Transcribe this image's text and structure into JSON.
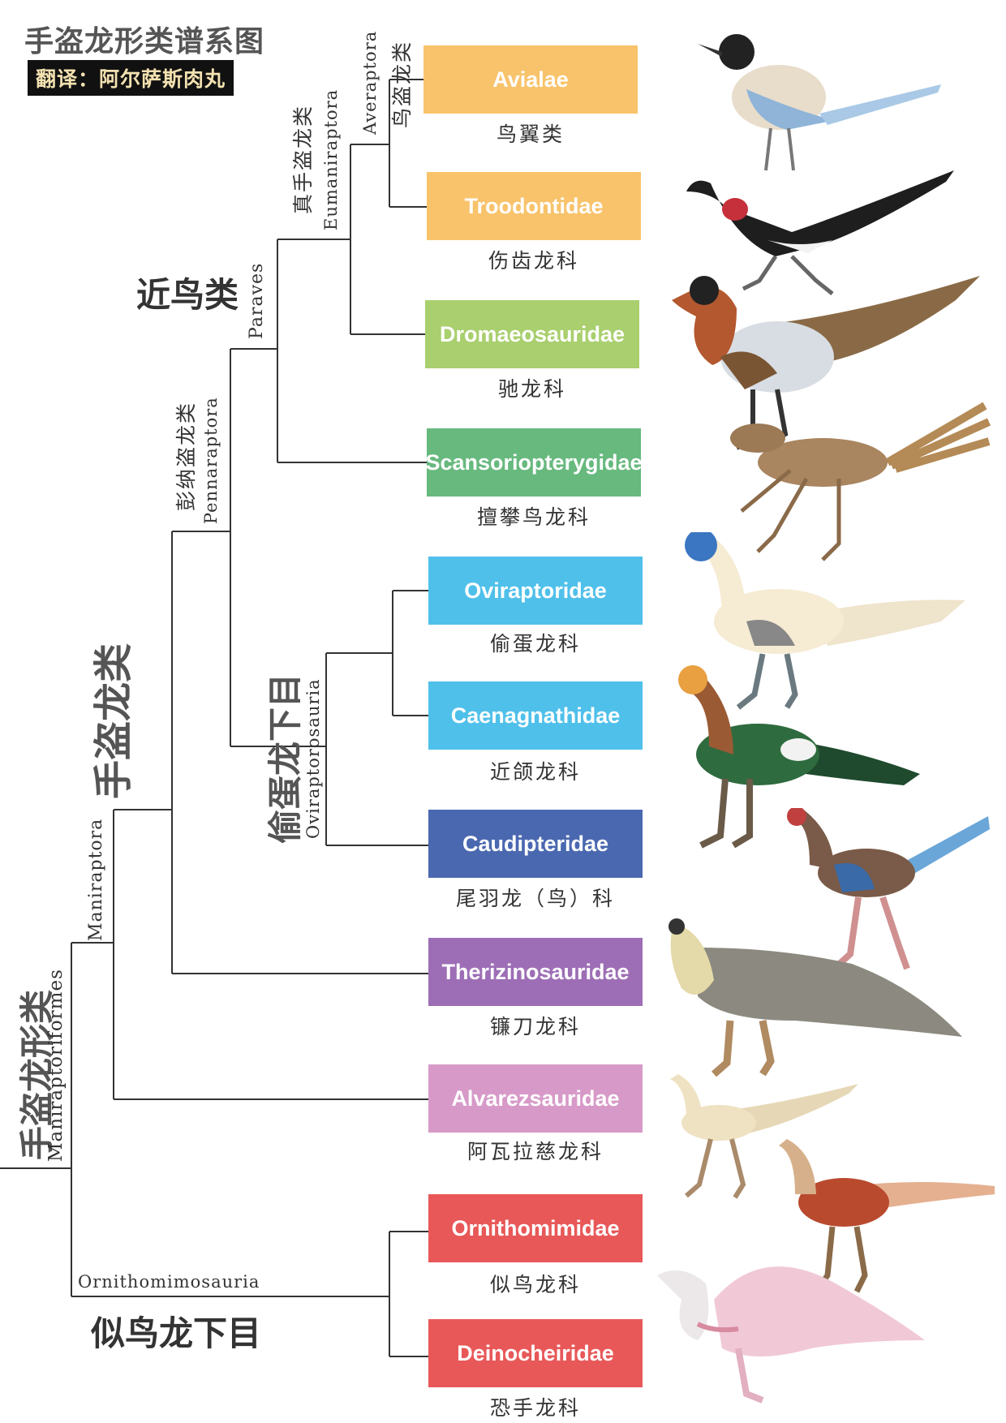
{
  "title": "手盗龙形类谱系图",
  "credit": "翻译：阿尔萨斯肉丸",
  "clade_labels": {
    "maniraptoriformes_cn": "手盗龙形类",
    "maniraptoriformes_latin": "Maniraptoriformes",
    "maniraptora_cn": "手盗龙类",
    "maniraptora_latin": "Maniraptora",
    "pennaraptora_cn": "彭纳盗龙类",
    "pennaraptora_latin": "Pennaraptora",
    "paraves_cn": "近鸟类",
    "paraves_latin": "Paraves",
    "eumaniraptora_cn": "真手盗龙类",
    "eumaniraptora_latin": "Eumaniraptora",
    "averaptora_latin": "Averaptora",
    "averaptora_cn": "鸟盗龙类",
    "oviraptorosauria_cn": "偷蛋龙下目",
    "oviraptorosauria_latin": "Oviraptorosauria",
    "ornithomimosauria_latin": "Ornithomimosauria",
    "ornithomimosauria_cn": "似鸟龙下目"
  },
  "families": [
    {
      "latin": "Avialae",
      "cn": "鸟翼类",
      "color": "#f8c36b",
      "icon": "magpie-bird-icon"
    },
    {
      "latin": "Troodontidae",
      "cn": "伤齿龙科",
      "color": "#f8c36b",
      "icon": "troodontid-icon"
    },
    {
      "latin": "Dromaeosauridae",
      "cn": "驰龙科",
      "color": "#a9cf6e",
      "icon": "dromaeosaur-icon"
    },
    {
      "latin": "Scansoriopterygidae",
      "cn": "擅攀鸟龙科",
      "color": "#67b97e",
      "icon": "scansoriopterygid-icon"
    },
    {
      "latin": "Oviraptoridae",
      "cn": "偷蛋龙科",
      "color": "#4fc0ea",
      "icon": "oviraptorid-icon"
    },
    {
      "latin": "Caenagnathidae",
      "cn": "近颌龙科",
      "color": "#4fc0ea",
      "icon": "caenagnathid-icon"
    },
    {
      "latin": "Caudipteridae",
      "cn": "尾羽龙（鸟）科",
      "color": "#4a68b0",
      "icon": "caudipteryx-icon"
    },
    {
      "latin": "Therizinosauridae",
      "cn": "镰刀龙科",
      "color": "#9d6eb5",
      "icon": "therizinosaur-icon"
    },
    {
      "latin": "Alvarezsauridae",
      "cn": "阿瓦拉慈龙科",
      "color": "#d79ac8",
      "icon": "alvarezsaur-icon"
    },
    {
      "latin": "Ornithomimidae",
      "cn": "似鸟龙科",
      "color": "#e85858",
      "icon": "ornithomimid-icon"
    },
    {
      "latin": "Deinocheiridae",
      "cn": "恐手龙科",
      "color": "#e85858",
      "icon": "deinocheirus-icon"
    }
  ]
}
